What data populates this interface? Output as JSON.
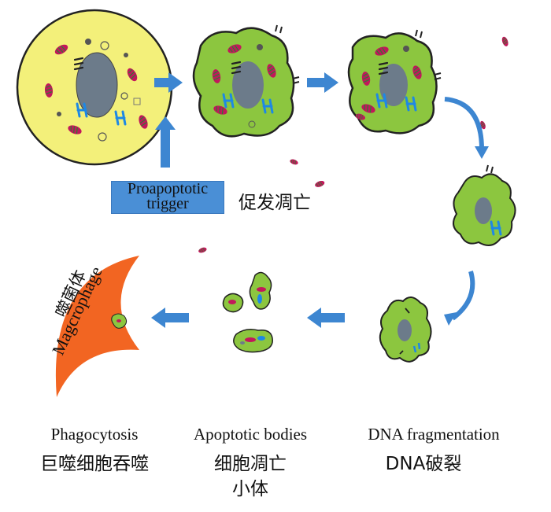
{
  "trigger": {
    "line1": "Proapoptotic",
    "line2": "trigger",
    "cn": "促发凋亡"
  },
  "macrophage": {
    "cn": "噬菌体",
    "en": "Magcrophage"
  },
  "labels": {
    "phagocytosis_en": "Phagocytosis",
    "phagocytosis_cn": "巨噬细胞吞噬",
    "apoptotic_en": "Apoptotic bodies",
    "apoptotic_cn1": "细胞凋亡",
    "apoptotic_cn2": "小体",
    "dna_en": "DNA fragmentation",
    "dna_cn": "DNA破裂"
  },
  "colors": {
    "healthy_cell": "#f3f07a",
    "apoptotic_cell": "#8cc63f",
    "nucleus": "#6c7b8a",
    "arrow": "#3d86d1",
    "macrophage": "#f26522",
    "mitochondria": "#c2185b",
    "chromosome": "#1e88e5"
  }
}
